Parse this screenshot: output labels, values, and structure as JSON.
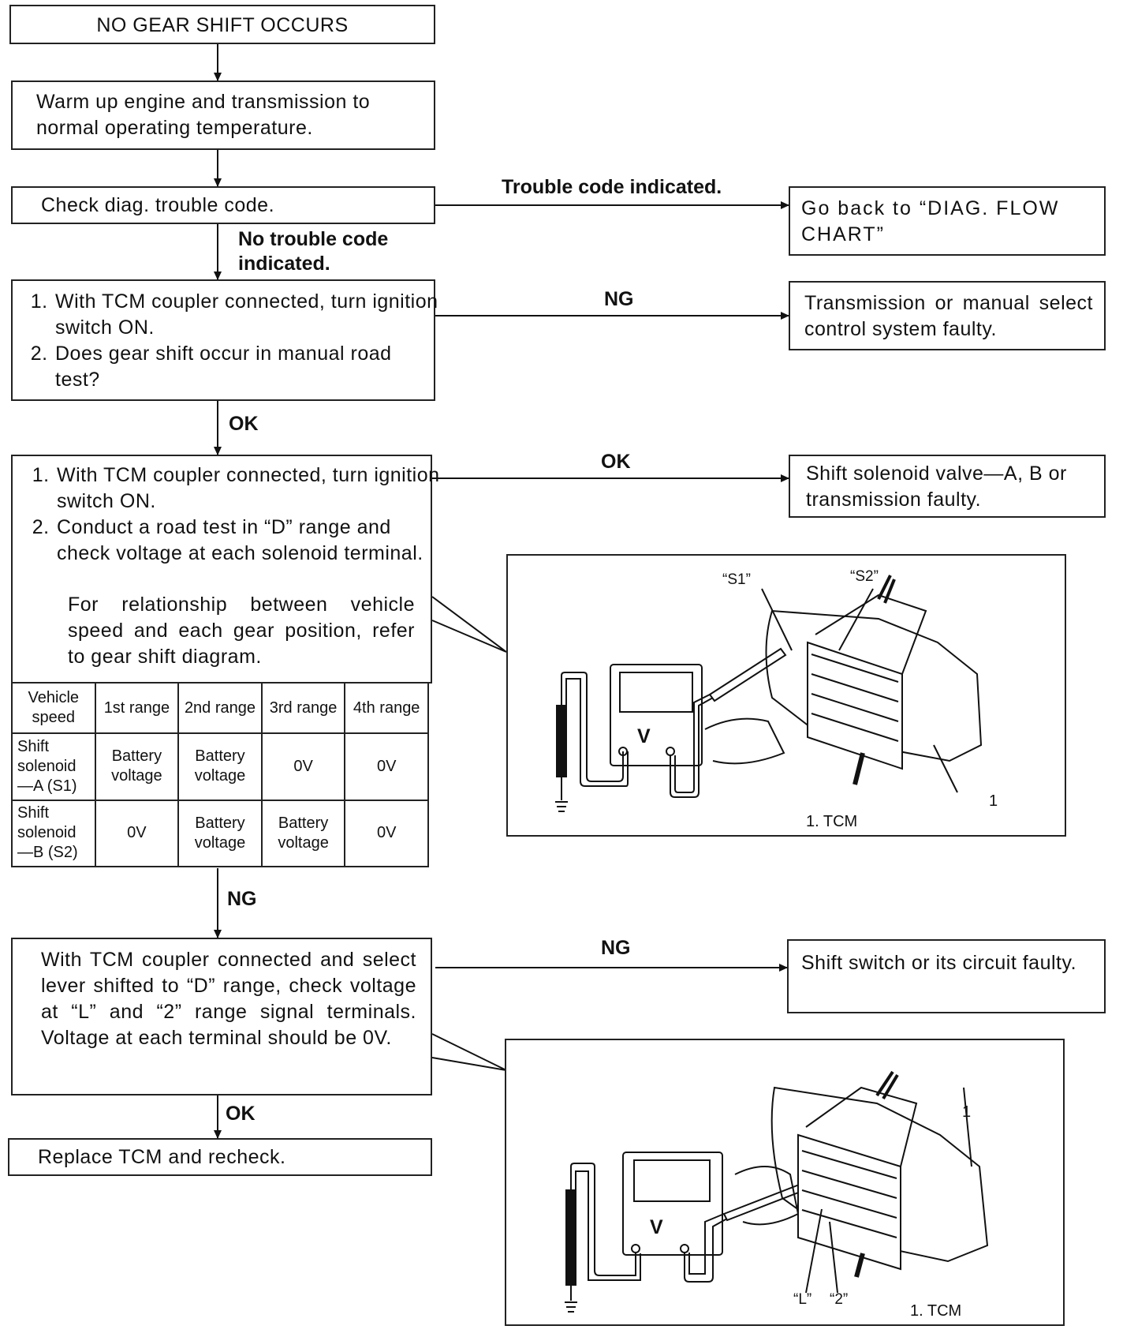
{
  "start": "NO GEAR SHIFT OCCURS",
  "step_warmup": "Warm up engine and transmission to normal operating temperature.",
  "step_diag": "Check diag. trouble code.",
  "branch_trouble": "Trouble code indicated.",
  "result_diag": "Go back to “DIAG. FLOW CHART”",
  "branch_no_trouble": "No trouble code indicated.",
  "step_manual": {
    "items": [
      "With TCM coupler connected, turn ignition switch ON.",
      "Does gear shift occur in manual road test?"
    ]
  },
  "branch_manual_ng": "NG",
  "result_manual_ng": "Transmission or manual select control system faulty.",
  "branch_manual_ok": "OK",
  "step_road": {
    "items": [
      "With TCM coupler connected, turn ignition switch ON.",
      "Conduct a road test in “D” range and check voltage at each solenoid terminal.",
      "For relationship between vehicle speed and each gear position, refer to gear shift diagram."
    ]
  },
  "branch_road_ok": "OK",
  "result_road_ok": "Shift solenoid valve—A, B or transmission faulty.",
  "solenoid_table": {
    "header": [
      "Vehicle speed",
      "1st range",
      "2nd range",
      "3rd range",
      "4th range"
    ],
    "rows": [
      {
        "name": "Shift solenoid —A (S1)",
        "values": [
          "Battery voltage",
          "Battery voltage",
          "0V",
          "0V"
        ]
      },
      {
        "name": "Shift solenoid —B (S2)",
        "values": [
          "0V",
          "Battery voltage",
          "Battery voltage",
          "0V"
        ]
      }
    ]
  },
  "branch_road_ng": "NG",
  "step_signal": "With TCM coupler connected and select lever shifted to “D” range, check voltage at “L” and “2” range signal terminals. Voltage at each terminal should be 0V.",
  "branch_signal_ng": "NG",
  "result_signal_ng": "Shift switch or its circuit faulty.",
  "branch_signal_ok": "OK",
  "step_replace": "Replace TCM and recheck.",
  "figure1": {
    "pin_s1": "“S1”",
    "pin_s2": "“S2”",
    "meter": "V",
    "callout": "1",
    "caption": "1. TCM"
  },
  "figure2": {
    "pin_l": "“L”",
    "pin_2": "“2”",
    "meter": "V",
    "callout": "1",
    "caption": "1. TCM"
  }
}
